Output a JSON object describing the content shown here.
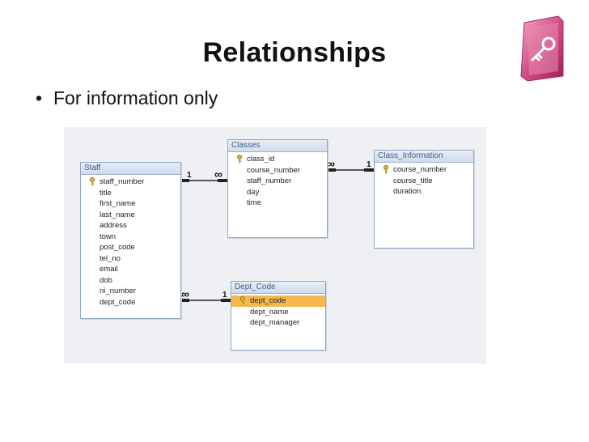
{
  "slide": {
    "title": "Relationships",
    "bullet_char": "•",
    "bullet": "For information only"
  },
  "tables": {
    "staff": {
      "name": "Staff",
      "fields": [
        "staff_number",
        "title",
        "first_name",
        "last_name",
        "address",
        "town",
        "post_code",
        "tel_no",
        "email",
        "dob",
        "ni_number",
        "dept_code"
      ]
    },
    "classes": {
      "name": "Classes",
      "fields": [
        "class_id",
        "course_number",
        "staff_number",
        "day",
        "time"
      ]
    },
    "class_information": {
      "name": "Class_Information",
      "fields": [
        "course_number",
        "course_title",
        "duration"
      ]
    },
    "dept_code": {
      "name": "Dept_Code",
      "fields": [
        "dept_code",
        "dept_name",
        "dept_manager"
      ]
    }
  },
  "relationships": [
    {
      "one_label": "1",
      "many_label": "∞"
    },
    {
      "one_label": "1",
      "many_label": "∞"
    },
    {
      "one_label": "1",
      "many_label": "∞"
    }
  ],
  "colors": {
    "header_text": "#3b5f8a",
    "border": "#8fa9c8",
    "selected_row": "#f5b84f",
    "logo": "#c8316f"
  },
  "icons": {
    "primary_key": "key-icon",
    "app_logo": "access-logo-icon"
  }
}
